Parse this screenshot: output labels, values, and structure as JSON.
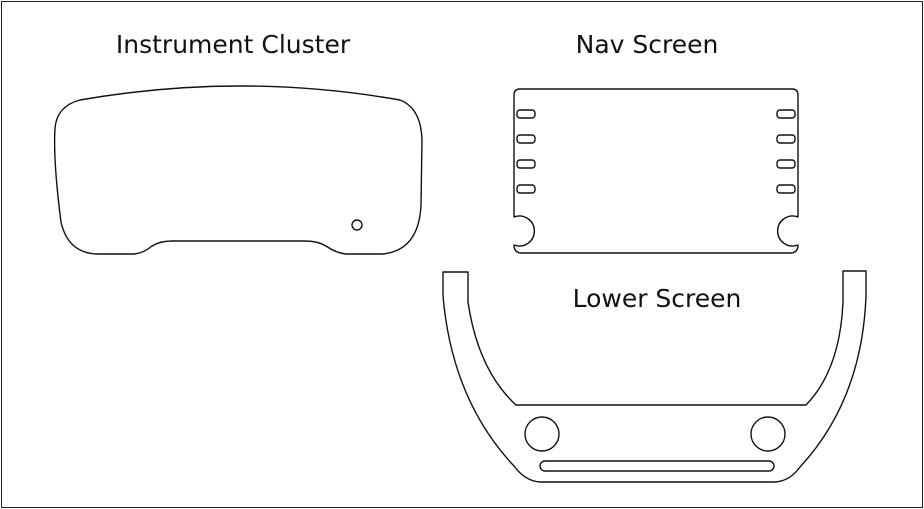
{
  "labels": {
    "instrument_cluster": "Instrument Cluster",
    "nav_screen": "Nav Screen",
    "lower_screen": "Lower Screen"
  },
  "colors": {
    "stroke": "#111111",
    "background": "#ffffff",
    "border": "#222222"
  }
}
